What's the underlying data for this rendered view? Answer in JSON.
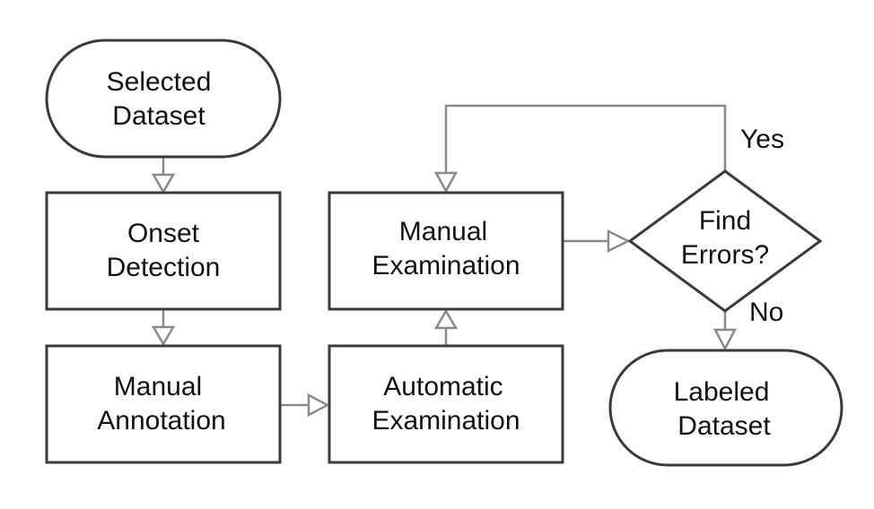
{
  "nodes": {
    "selected_dataset": {
      "line1": "Selected",
      "line2": "Dataset"
    },
    "onset_detection": {
      "line1": "Onset",
      "line2": "Detection"
    },
    "manual_annotation": {
      "line1": "Manual",
      "line2": "Annotation"
    },
    "automatic_examination": {
      "line1": "Automatic",
      "line2": "Examination"
    },
    "manual_examination": {
      "line1": "Manual",
      "line2": "Examination"
    },
    "find_errors": {
      "line1": "Find",
      "line2": "Errors?"
    },
    "labeled_dataset": {
      "line1": "Labeled",
      "line2": "Dataset"
    }
  },
  "edges": {
    "yes_label": "Yes",
    "no_label": "No"
  },
  "colors": {
    "shape_stroke": "#3a3a3a",
    "connector": "#8a8a8a",
    "text": "#111111",
    "background": "#ffffff"
  }
}
